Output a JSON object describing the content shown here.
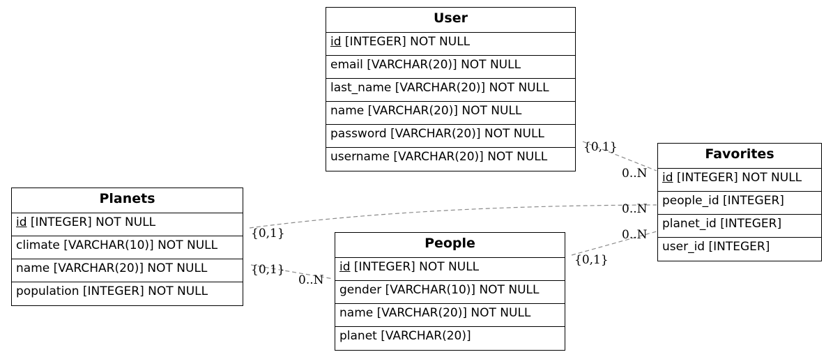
{
  "entities": {
    "user": {
      "name": "User",
      "columns": [
        {
          "pk": "id",
          "rest": " [INTEGER] NOT NULL"
        },
        {
          "pk": "",
          "rest": "email [VARCHAR(20)] NOT NULL"
        },
        {
          "pk": "",
          "rest": "last_name [VARCHAR(20)] NOT NULL"
        },
        {
          "pk": "",
          "rest": "name [VARCHAR(20)] NOT NULL"
        },
        {
          "pk": "",
          "rest": "password [VARCHAR(20)] NOT NULL"
        },
        {
          "pk": "",
          "rest": "username [VARCHAR(20)] NOT NULL"
        }
      ]
    },
    "favorites": {
      "name": "Favorites",
      "columns": [
        {
          "pk": "id",
          "rest": " [INTEGER] NOT NULL"
        },
        {
          "pk": "",
          "rest": "people_id [INTEGER]"
        },
        {
          "pk": "",
          "rest": "planet_id [INTEGER]"
        },
        {
          "pk": "",
          "rest": "user_id [INTEGER]"
        }
      ]
    },
    "planets": {
      "name": "Planets",
      "columns": [
        {
          "pk": "id",
          "rest": " [INTEGER] NOT NULL"
        },
        {
          "pk": "",
          "rest": "climate [VARCHAR(10)] NOT NULL"
        },
        {
          "pk": "",
          "rest": "name [VARCHAR(20)] NOT NULL"
        },
        {
          "pk": "",
          "rest": "population [INTEGER] NOT NULL"
        }
      ]
    },
    "people": {
      "name": "People",
      "columns": [
        {
          "pk": "id",
          "rest": " [INTEGER] NOT NULL"
        },
        {
          "pk": "",
          "rest": "gender [VARCHAR(10)] NOT NULL"
        },
        {
          "pk": "",
          "rest": "name [VARCHAR(20)] NOT NULL"
        },
        {
          "pk": "",
          "rest": "planet [VARCHAR(20)]"
        }
      ]
    }
  },
  "relationships": {
    "user_favorites": {
      "from_label": "{0,1}",
      "to_label": "0..N"
    },
    "planets_favorites": {
      "from_label": "{0,1}",
      "to_label": "0..N"
    },
    "people_favorites": {
      "from_label": "{0,1}",
      "to_label": "0..N"
    },
    "planets_people": {
      "from_label": "{0,1}",
      "to_label": "0..N"
    }
  },
  "colors": {
    "edge": "#8a8a8a",
    "border": "#000000",
    "background": "#ffffff"
  }
}
